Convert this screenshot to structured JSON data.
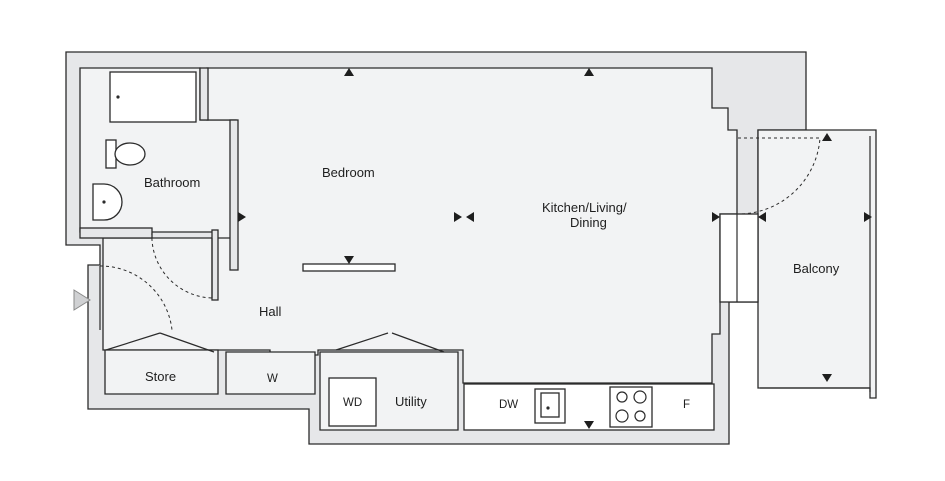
{
  "rooms": {
    "bathroom": "Bathroom",
    "bedroom": "Bedroom",
    "kitchen_line1": "Kitchen/Living/",
    "kitchen_line2": "Dining",
    "hall": "Hall",
    "balcony": "Balcony",
    "store": "Store",
    "wardrobe": "W",
    "utility": "Utility"
  },
  "appliances": {
    "washer_dryer": "WD",
    "dishwasher": "DW",
    "fridge": "F"
  },
  "icons": [
    "bathtub-icon",
    "toilet-icon",
    "basin-icon",
    "sink-icon",
    "hob-icon",
    "entrance-arrow-icon",
    "dimension-marker-icon"
  ],
  "colors": {
    "wall_fill": "#e6e7e9",
    "floor_fill": "#f2f3f4",
    "line": "#2b2b2b"
  }
}
